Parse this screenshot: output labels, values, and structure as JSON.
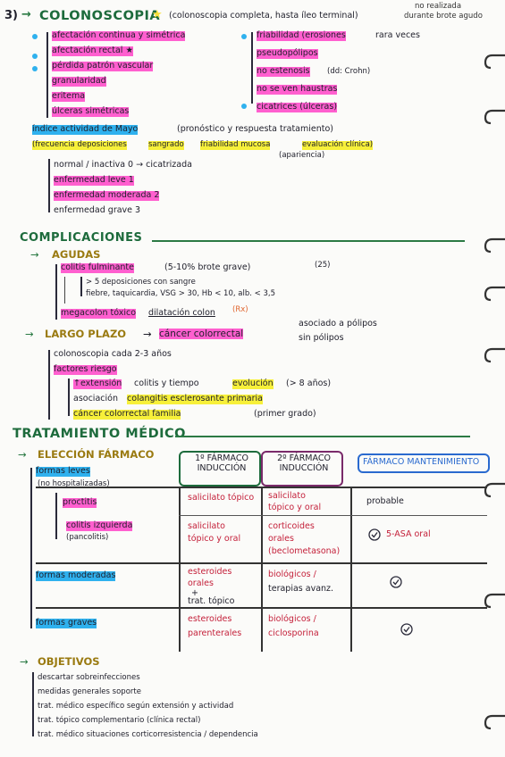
{
  "colonoscopia": {
    "number": "3)",
    "arrow": "→",
    "title": "COLONOSCOPIA",
    "star": "★",
    "subtitle": "(colonoscopia completa, hasta íleo terminal)",
    "note_right_1": "no realizada",
    "note_right_2": "durante brote agudo",
    "left_items": [
      "afectación continua y simétrica",
      "afectación rectal ★",
      "pérdida patrón vascular",
      "granularidad",
      "eritema",
      "úlceras simétricas"
    ],
    "right_items": [
      "friabilidad (erosiones",
      "rara veces",
      "pseudopólipos",
      "no estenosis",
      "(dd: Crohn)",
      "no se ven haustras",
      "cicatrices (úlceras)"
    ]
  },
  "mayo": {
    "title": "índice actividad de Mayo",
    "title_rest": "(pronóstico y respuesta tratamiento)",
    "sub_a": "(frecuencia deposiciones",
    "sub_b": "sangrado",
    "sub_c": "friabilidad mucosa",
    "sub_d": "evaluación clínica)",
    "sub_note": "(apariencia)",
    "items": [
      "normal / inactiva 0 → cicatrizada",
      "enfermedad leve 1",
      "enfermedad moderada 2",
      "enfermedad grave 3"
    ]
  },
  "complicaciones": {
    "title": "COMPLICACIONES",
    "agudas_arrow": "→",
    "agudas": "AGUDAS",
    "colitis": "colitis fulminante",
    "colitis_note": "(5-10% brote grave)",
    "colitis_ref": "(25)",
    "criteria_1": "> 5 deposiciones con sangre",
    "criteria_2": "fiebre, taquicardia, VSG > 30, Hb < 10, alb. < 3,5",
    "megacolon": "megacolon tóxico",
    "megacolon_rest": "dilatación colon",
    "megacolon_rx": "(Rx)",
    "largo_arrow": "→",
    "largo_plazo": "LARGO PLAZO",
    "largo_arrow_2": "→",
    "cancer": "cáncer colorrectal",
    "cancer_a": "asociado a pólipos",
    "cancer_b": "sin pólipos",
    "colono_cada": "colonoscopia cada 2-3 años",
    "factores": "factores riesgo",
    "riesgo_1a": "↑extensión",
    "riesgo_1b": "colitis y tiempo",
    "riesgo_1c": "evolución",
    "riesgo_1d": "(> 8 años)",
    "riesgo_2a": "asociación",
    "riesgo_2b": "colangitis esclerosante primaria",
    "riesgo_3a": "cáncer colorrectal familia",
    "riesgo_3b": "(primer grado)"
  },
  "tratamiento": {
    "title": "TRATAMIENTO MÉDICO",
    "eleccion_arrow": "→",
    "eleccion": "ELECCIÓN FÁRMACO",
    "col_1": "1º FÁRMACO INDUCCIÓN",
    "col_2": "2º FÁRMACO INDUCCIÓN",
    "col_3": "FÁRMACO MANTENIMIENTO",
    "leves": "formas leves",
    "leves_note": "(no hospitalizadas)",
    "proctitis": "proctitis",
    "proctitis_1": "salicilato tópico",
    "proctitis_2a": "salicilato",
    "proctitis_2b": "tópico y oral",
    "proctitis_3": "probable",
    "colitis_izq": "colitis izquierda",
    "colitis_izq_note": "(pancolitis)",
    "colitis_1a": "salicilato",
    "colitis_1b": "tópico y oral",
    "colitis_2a": "corticoides",
    "colitis_2b": "orales",
    "colitis_2c": "(beclometasona)",
    "colitis_3": "5-ASA oral",
    "moderadas": "formas moderadas",
    "mod_1a": "esteroides",
    "mod_1b": "orales",
    "mod_1c": "+",
    "mod_1d": "trat. tópico",
    "mod_2a": "biológicos /",
    "mod_2b": "terapias avanz.",
    "graves": "formas graves",
    "grav_1a": "esteroides",
    "grav_1b": "parenterales",
    "grav_2a": "biológicos /",
    "grav_2b": "ciclosporina"
  },
  "objetivos": {
    "arrow": "→",
    "title": "OBJETIVOS",
    "items": [
      "descartar sobreinfecciones",
      "medidas generales soporte",
      "trat. médico específico según extensión y actividad",
      "trat. tópico complementario (clínica rectal)",
      "trat. médico situaciones corticorresistencia / dependencia"
    ]
  }
}
